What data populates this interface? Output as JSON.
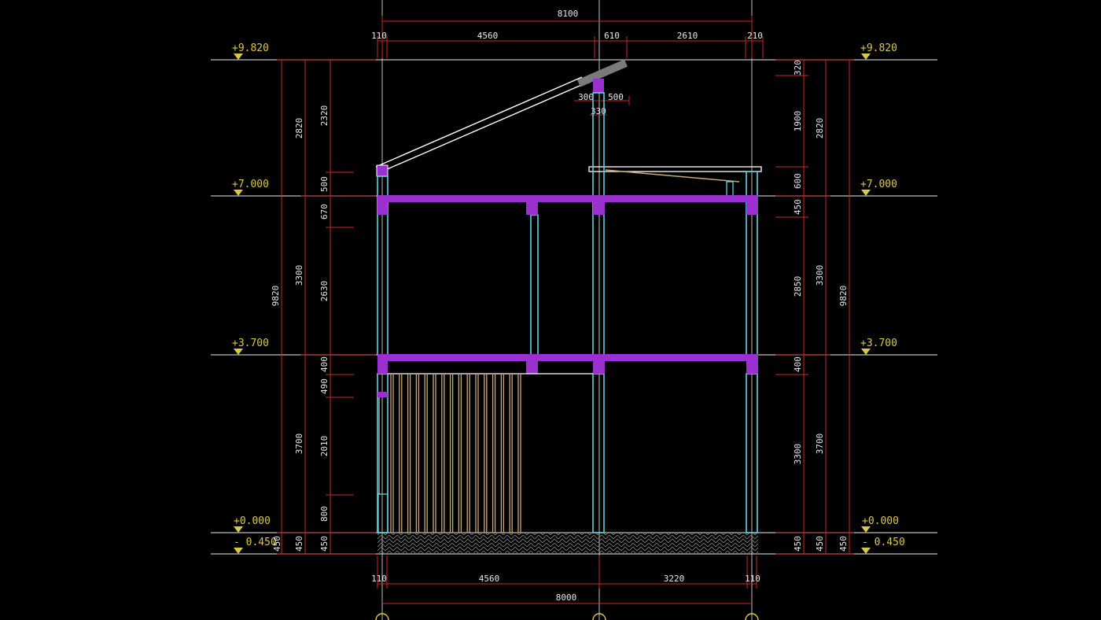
{
  "colors": {
    "background": "#000000",
    "level_line": "#bdbdbd",
    "level_text": "#d8c84a",
    "dim_line": "#c62828",
    "dim_text": "#e8e8e8",
    "beam": "#9b30d0",
    "column": "#5fd0e0",
    "roof": "#ffffff",
    "railing": "#caa878"
  },
  "levels": {
    "top": "+9.820",
    "roof_slab": "+7.000",
    "first_floor": "+3.700",
    "ground": "+0.000",
    "natural_ground": "- 0.450"
  },
  "dims_top": {
    "overall": "8100",
    "left_edge": "110",
    "span_left": "4560",
    "mid": "610",
    "span_right": "2610",
    "right_edge": "210"
  },
  "dims_bottom": {
    "left_edge": "110",
    "span_left": "4560",
    "span_right": "3220",
    "right_edge": "110",
    "overall": "8000"
  },
  "dims_roof": {
    "beam_w": "300",
    "beam_r": "500",
    "col": "330"
  },
  "dims_left": {
    "overall": "9820",
    "storey_roof": "2820",
    "storey_upper": "3300",
    "storey_ground": "3700",
    "plinth": "450",
    "seg_2320": "2320",
    "seg_500": "500",
    "seg_670": "670",
    "seg_2630": "2630",
    "seg_400": "400",
    "seg_490": "490",
    "seg_2010": "2010",
    "seg_800": "800",
    "seg_450a": "450",
    "seg_450b": "450"
  },
  "dims_right": {
    "overall": "9820",
    "storey_roof": "2820",
    "storey_upper": "3300",
    "storey_ground": "3700",
    "seg_320": "320",
    "seg_1900": "1900",
    "seg_600": "600",
    "seg_450": "450",
    "seg_2850": "2850",
    "seg_400": "400",
    "seg_3300": "3300",
    "seg_450a": "450",
    "seg_450b": "450",
    "seg_450c": "450"
  }
}
